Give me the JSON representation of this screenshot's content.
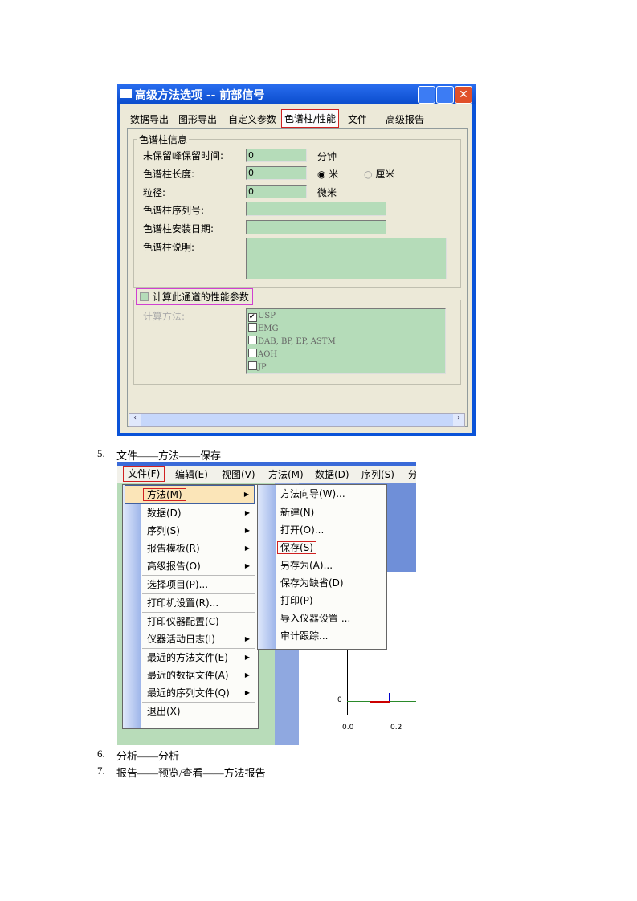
{
  "dialog": {
    "title": "高级方法选项 -- 前部信号",
    "tabs": [
      "数据导出",
      "图形导出",
      "自定义参数",
      "色谱柱/性能",
      "文件",
      "高级报告"
    ],
    "active_tab": "色谱柱/性能",
    "group1_title": "色谱柱信息",
    "fields": [
      {
        "label": "未保留峰保留时间:",
        "value": "0",
        "unit": "分钟"
      },
      {
        "label": "色谱柱长度:",
        "value": "0"
      },
      {
        "label": "粒径:",
        "value": "0",
        "unit": "微米"
      },
      {
        "label": "色谱柱序列号:",
        "value": ""
      },
      {
        "label": "色谱柱安装日期:",
        "value": ""
      },
      {
        "label": "色谱柱说明:",
        "value": ""
      }
    ],
    "length_units": [
      {
        "label": "米",
        "selected": true
      },
      {
        "label": "厘米",
        "selected": false
      }
    ],
    "perf_checkbox": "计算此通道的性能参数",
    "calc_method_label": "计算方法:",
    "methods": [
      {
        "label": "USP",
        "checked": true
      },
      {
        "label": "EMG",
        "checked": false
      },
      {
        "label": "DAB, BP, EP, ASTM",
        "checked": false
      },
      {
        "label": "AOH",
        "checked": false
      },
      {
        "label": "JP",
        "checked": false
      }
    ],
    "field_color": "#b5dcb9"
  },
  "captions": [
    {
      "num": "5.",
      "text": "文件——方法——保存"
    },
    {
      "num": "6.",
      "text": "分析——分析"
    },
    {
      "num": "7.",
      "text": "报告——预览/查看——方法报告"
    }
  ],
  "menu_shot": {
    "menubar": [
      "文件(F)",
      "编辑(E)",
      "视图(V)",
      "方法(M)",
      "数据(D)",
      "序列(S)",
      "分"
    ],
    "file_menu": [
      "方法(M)",
      "数据(D)",
      "序列(S)",
      "报告模板(R)",
      "高级报告(O)",
      "选择项目(P)...",
      "打印机设置(R)...",
      "打印仪器配置(C)",
      "仪器活动日志(I)",
      "最近的方法文件(E)",
      "最近的数据文件(A)",
      "最近的序列文件(Q)",
      "退出(X)"
    ],
    "method_submenu": [
      "方法向导(W)...",
      "新建(N)",
      "打开(O)...",
      "保存(S)",
      "另存为(A)...",
      "保存为缺省(D)",
      "打印(P)",
      "导入仪器设置 ...",
      "审计跟踪..."
    ],
    "chart_ticks": {
      "y": "0",
      "x": [
        "0.0",
        "0.2"
      ]
    }
  }
}
